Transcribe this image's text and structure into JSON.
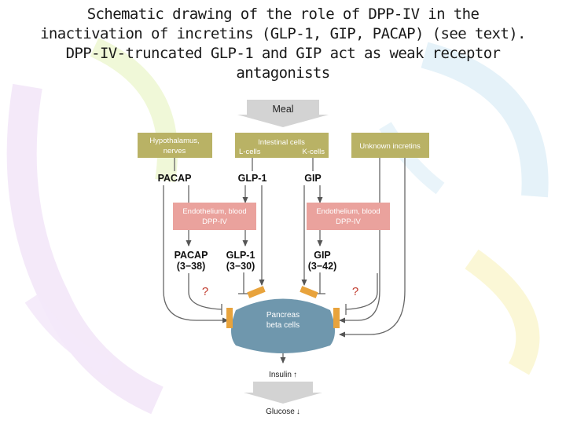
{
  "title_lines": [
    "Schematic drawing of the role of DPP-IV in the",
    "inactivation of incretins (GLP-1, GIP, PACAP) (see text).",
    "DPP-IV-truncated GLP-1 and GIP act as weak receptor",
    "antagonists"
  ],
  "diagram": {
    "meal": "Meal",
    "sources": {
      "hypothalamus_line1": "Hypothalamus,",
      "hypothalamus_line2": "nerves",
      "intestinal": "Intestinal cells",
      "l_cells": "L-cells",
      "k_cells": "K-cells",
      "unknown": "Unknown incretins"
    },
    "hormones": {
      "pacap": "PACAP",
      "glp1": "GLP-1",
      "gip": "GIP"
    },
    "dpp_boxes": {
      "left_line1": "Endothelium, blood",
      "left_line2": "DPP-IV",
      "right_line1": "Endothelium, blood",
      "right_line2": "DPP-IV"
    },
    "truncated": {
      "pacap_name": "PACAP",
      "pacap_range": "(3−38)",
      "glp1_name": "GLP-1",
      "glp1_range": "(3−30)",
      "gip_name": "GIP",
      "gip_range": "(3−42)"
    },
    "question_left": "?",
    "question_right": "?",
    "pancreas_line1": "Pancreas",
    "pancreas_line2": "beta cells",
    "insulin": "Insulin",
    "glucose": "Glucose"
  },
  "colors": {
    "source_box": "#b9b265",
    "dpp_box": "#eaa29d",
    "arrow_grey": "#d3d3d3",
    "pancreas": "#6f97ad",
    "receptor": "#e8a33c",
    "line": "#666666"
  }
}
